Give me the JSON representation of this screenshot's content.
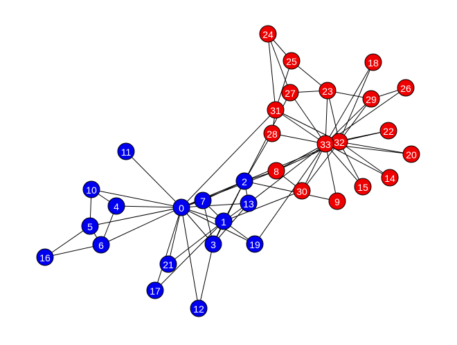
{
  "colors": {
    "group_a": "#0000ee",
    "group_b": "#ee0000",
    "edge": "#000000",
    "label": "#ffffff"
  },
  "nodes": [
    {
      "id": "0",
      "group": "a"
    },
    {
      "id": "1",
      "group": "a"
    },
    {
      "id": "2",
      "group": "a"
    },
    {
      "id": "3",
      "group": "a"
    },
    {
      "id": "4",
      "group": "a"
    },
    {
      "id": "5",
      "group": "a"
    },
    {
      "id": "6",
      "group": "a"
    },
    {
      "id": "7",
      "group": "a"
    },
    {
      "id": "8",
      "group": "b"
    },
    {
      "id": "9",
      "group": "b"
    },
    {
      "id": "10",
      "group": "a"
    },
    {
      "id": "11",
      "group": "a"
    },
    {
      "id": "12",
      "group": "a"
    },
    {
      "id": "13",
      "group": "a"
    },
    {
      "id": "14",
      "group": "b"
    },
    {
      "id": "15",
      "group": "b"
    },
    {
      "id": "16",
      "group": "a"
    },
    {
      "id": "17",
      "group": "a"
    },
    {
      "id": "18",
      "group": "b"
    },
    {
      "id": "19",
      "group": "a"
    },
    {
      "id": "20",
      "group": "b"
    },
    {
      "id": "21",
      "group": "a"
    },
    {
      "id": "22",
      "group": "b"
    },
    {
      "id": "23",
      "group": "b"
    },
    {
      "id": "24",
      "group": "b"
    },
    {
      "id": "25",
      "group": "b"
    },
    {
      "id": "26",
      "group": "b"
    },
    {
      "id": "27",
      "group": "b"
    },
    {
      "id": "28",
      "group": "b"
    },
    {
      "id": "29",
      "group": "b"
    },
    {
      "id": "30",
      "group": "b"
    },
    {
      "id": "31",
      "group": "b"
    },
    {
      "id": "32",
      "group": "b"
    },
    {
      "id": "33",
      "group": "b"
    }
  ],
  "edges": [
    [
      "0",
      "1"
    ],
    [
      "0",
      "2"
    ],
    [
      "0",
      "3"
    ],
    [
      "0",
      "4"
    ],
    [
      "0",
      "5"
    ],
    [
      "0",
      "6"
    ],
    [
      "0",
      "7"
    ],
    [
      "0",
      "8"
    ],
    [
      "0",
      "10"
    ],
    [
      "0",
      "11"
    ],
    [
      "0",
      "12"
    ],
    [
      "0",
      "13"
    ],
    [
      "0",
      "17"
    ],
    [
      "0",
      "19"
    ],
    [
      "0",
      "21"
    ],
    [
      "0",
      "31"
    ],
    [
      "1",
      "2"
    ],
    [
      "1",
      "3"
    ],
    [
      "1",
      "7"
    ],
    [
      "1",
      "13"
    ],
    [
      "1",
      "17"
    ],
    [
      "1",
      "19"
    ],
    [
      "1",
      "21"
    ],
    [
      "1",
      "30"
    ],
    [
      "2",
      "3"
    ],
    [
      "2",
      "7"
    ],
    [
      "2",
      "8"
    ],
    [
      "2",
      "9"
    ],
    [
      "2",
      "13"
    ],
    [
      "2",
      "27"
    ],
    [
      "2",
      "28"
    ],
    [
      "2",
      "32"
    ],
    [
      "3",
      "7"
    ],
    [
      "3",
      "12"
    ],
    [
      "3",
      "13"
    ],
    [
      "4",
      "6"
    ],
    [
      "4",
      "10"
    ],
    [
      "5",
      "6"
    ],
    [
      "5",
      "10"
    ],
    [
      "5",
      "16"
    ],
    [
      "6",
      "16"
    ],
    [
      "8",
      "30"
    ],
    [
      "8",
      "32"
    ],
    [
      "8",
      "33"
    ],
    [
      "9",
      "33"
    ],
    [
      "13",
      "33"
    ],
    [
      "14",
      "32"
    ],
    [
      "14",
      "33"
    ],
    [
      "15",
      "32"
    ],
    [
      "15",
      "33"
    ],
    [
      "18",
      "32"
    ],
    [
      "18",
      "33"
    ],
    [
      "19",
      "33"
    ],
    [
      "20",
      "32"
    ],
    [
      "20",
      "33"
    ],
    [
      "22",
      "32"
    ],
    [
      "22",
      "33"
    ],
    [
      "23",
      "25"
    ],
    [
      "23",
      "27"
    ],
    [
      "23",
      "29"
    ],
    [
      "23",
      "32"
    ],
    [
      "23",
      "33"
    ],
    [
      "24",
      "25"
    ],
    [
      "24",
      "27"
    ],
    [
      "24",
      "31"
    ],
    [
      "25",
      "31"
    ],
    [
      "26",
      "29"
    ],
    [
      "26",
      "33"
    ],
    [
      "27",
      "33"
    ],
    [
      "28",
      "31"
    ],
    [
      "28",
      "33"
    ],
    [
      "29",
      "32"
    ],
    [
      "29",
      "33"
    ],
    [
      "30",
      "32"
    ],
    [
      "30",
      "33"
    ],
    [
      "31",
      "32"
    ],
    [
      "31",
      "33"
    ],
    [
      "32",
      "33"
    ]
  ]
}
